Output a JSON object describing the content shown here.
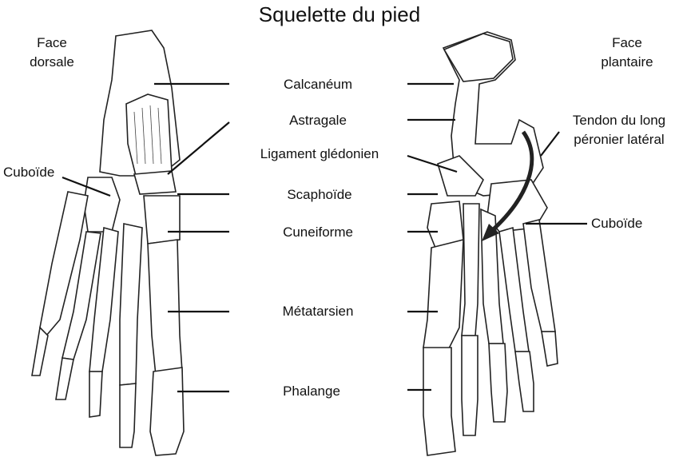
{
  "title": "Squelette du pied",
  "left_view": {
    "line1": "Face",
    "line2": "dorsale"
  },
  "right_view": {
    "line1": "Face",
    "line2": "plantaire"
  },
  "labels": {
    "calcaneum": "Calcanéum",
    "astragale": "Astragale",
    "ligament": "Ligament glédonien",
    "scaphoide": "Scaphoïde",
    "cuneiforme": "Cuneiforme",
    "metatarsien": "Métatarsien",
    "phalange": "Phalange",
    "cuboide_left": "Cuboïde",
    "cuboide_right": "Cuboïde",
    "tendon_line1": "Tendon du long",
    "tendon_line2": "péronier latéral"
  }
}
